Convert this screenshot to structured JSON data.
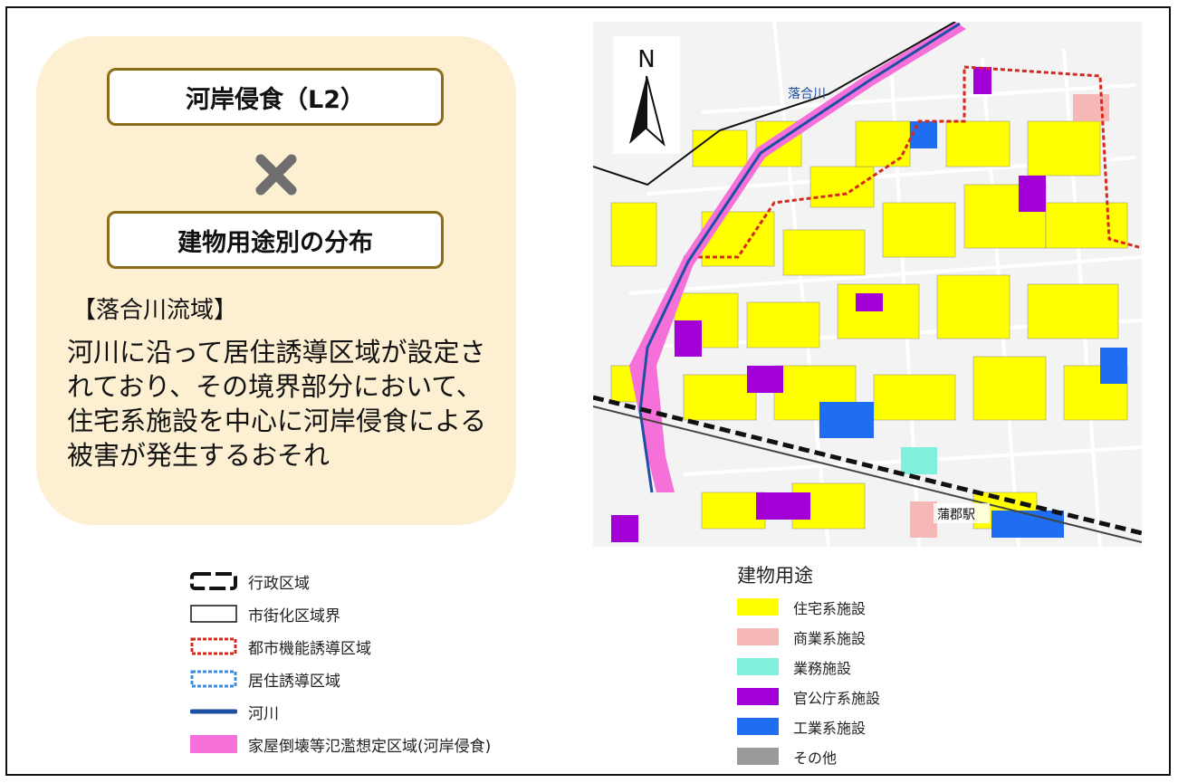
{
  "info": {
    "title1": "河岸侵食（L2）",
    "title2": "建物用途別の分布",
    "region": "【落合川流域】",
    "description": "河川に沿って居住誘導区域が設定されており、その境界部分において、住宅系施設を中心に河岸侵食による被害が発生するおそれ"
  },
  "map": {
    "north_label": "N",
    "river_label": "落合川",
    "station_label": "蒲郡駅"
  },
  "legend_boundaries": [
    {
      "label": "行政区域",
      "icon": "admin-boundary-icon"
    },
    {
      "label": "市街化区域界",
      "icon": "urbanization-boundary-icon"
    },
    {
      "label": "都市機能誘導区域",
      "icon": "urban-function-zone-icon",
      "color": "#d8281c"
    },
    {
      "label": "居住誘導区域",
      "icon": "residential-zone-icon",
      "color": "#3a8ee0"
    },
    {
      "label": "河川",
      "icon": "river-line-icon",
      "color": "#1f4fa3"
    },
    {
      "label": "家屋倒壊等氾濫想定区域(河岸侵食)",
      "icon": "erosion-zone-icon",
      "color": "#f570d8"
    }
  ],
  "legend_use": {
    "title": "建物用途",
    "items": [
      {
        "label": "住宅系施設",
        "color": "#ffff00"
      },
      {
        "label": "商業系施設",
        "color": "#f6b7b7"
      },
      {
        "label": "業務施設",
        "color": "#7ff0dc"
      },
      {
        "label": "官公庁系施設",
        "color": "#a200d6"
      },
      {
        "label": "工業系施設",
        "color": "#1f6ef2"
      },
      {
        "label": "その他",
        "color": "#9a9a9a"
      }
    ]
  }
}
